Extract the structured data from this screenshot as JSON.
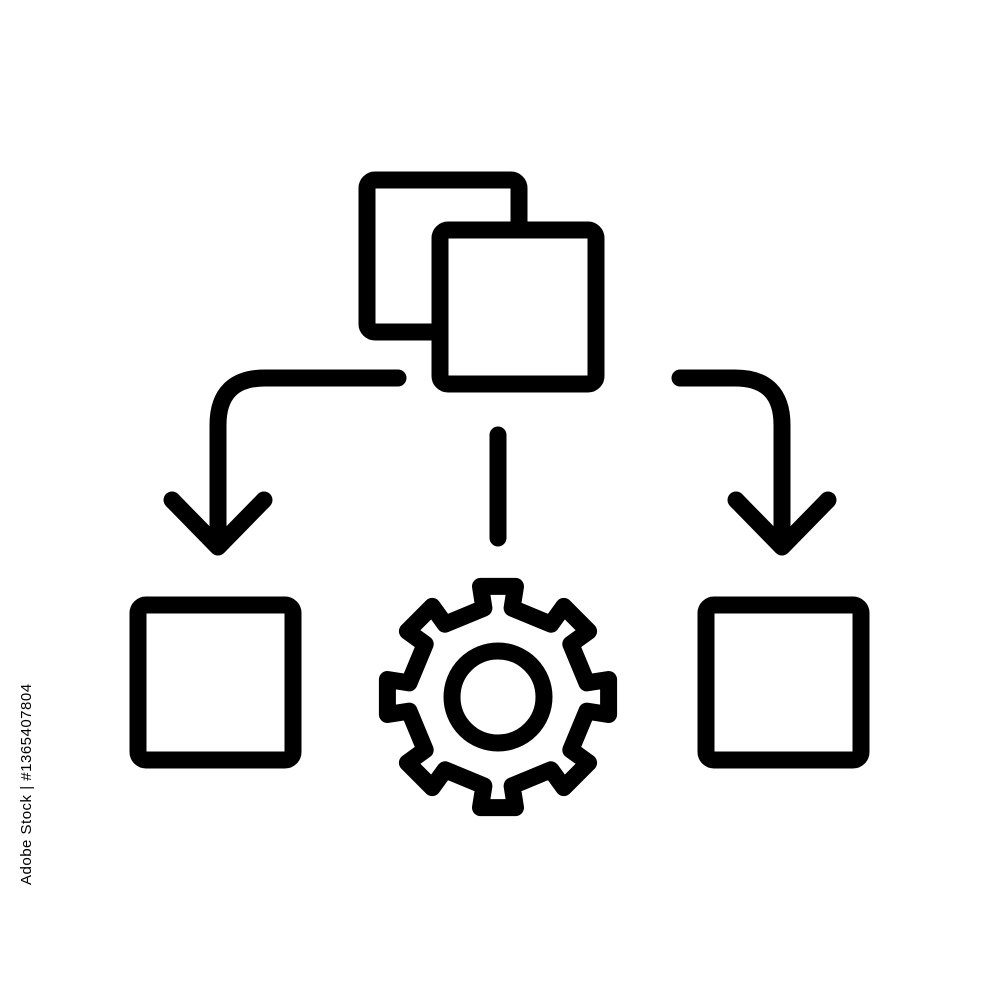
{
  "diagram": {
    "nodes": [
      {
        "id": "source-back",
        "shape": "square"
      },
      {
        "id": "source-front",
        "shape": "square"
      },
      {
        "id": "left-output",
        "shape": "square"
      },
      {
        "id": "process",
        "shape": "gear",
        "icon": "gear-icon"
      },
      {
        "id": "right-output",
        "shape": "square"
      }
    ],
    "edges": [
      {
        "from": "source-front",
        "to": "left-output",
        "style": "curved-arrow"
      },
      {
        "from": "source-front",
        "to": "process",
        "style": "line"
      },
      {
        "from": "source-front",
        "to": "right-output",
        "style": "curved-arrow"
      }
    ],
    "stroke_color": "#000000",
    "background_color": "#ffffff"
  },
  "watermark": {
    "side_text": "Adobe Stock | #1365407804"
  }
}
